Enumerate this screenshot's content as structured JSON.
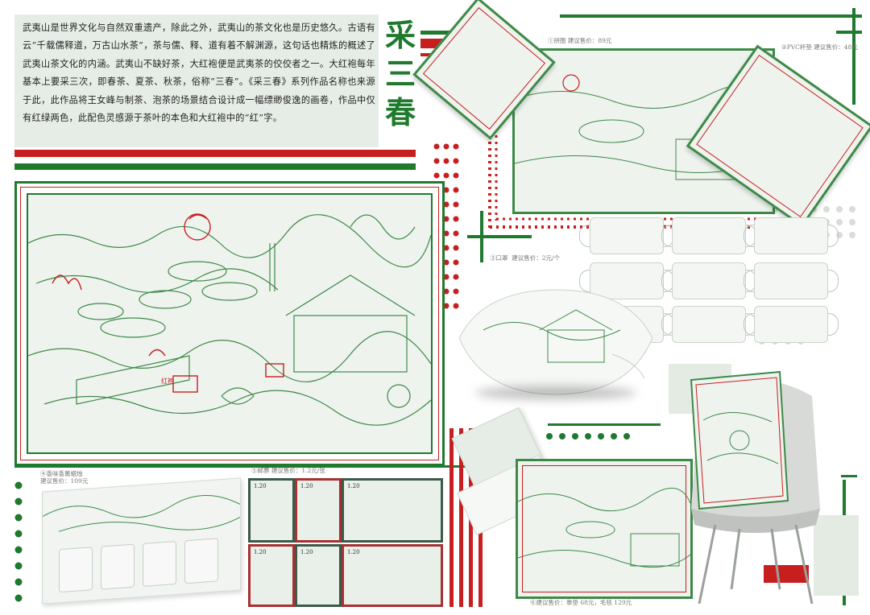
{
  "intro": {
    "text": "武夷山是世界文化与自然双重遗产，除此之外，武夷山的茶文化也是历史悠久。古语有云“千载儒释道，万古山水茶”，茶与儒、释、道有着不解渊源，这句话也精炼的概述了武夷山茶文化的内涵。武夷山不缺好茶，大红袍便是武夷茶的佼佼者之一。大红袍每年基本上要采三次，即春茶、夏茶、秋茶，俗称“三春”。《采三春》系列作品名称也来源于此，此作品将王女峰与制茶、泡茶的场景结合设计成一幅缥缈俊逸的画卷，作品中仅有红绿两色，此配色灵感源于茶叶的本色和大红袍中的“红”字。",
    "title_chars": [
      "采",
      "三",
      "春"
    ]
  },
  "colors": {
    "green": "#1f7a2e",
    "red": "#c71f1f",
    "pale": "#eef3ee",
    "line": "#3d8a47"
  },
  "captions": {
    "puzzle": "①拼图  建议售价：89元",
    "coaster": "②PVC杯垫  建议售价：48元",
    "mask": "③口罩  建议售价：2元/个",
    "candles": "④香味香薰蜡烛\n建议售价：109元",
    "stamps": "⑤邮票  建议售价：1.2元/张",
    "blanket": "⑥建议售价：靠垫 68元，毛毯 129元"
  },
  "stamps": {
    "value_label": "1.20"
  },
  "main_art": {
    "seal_text": "红袍",
    "icon": "tea-landscape-illustration"
  }
}
